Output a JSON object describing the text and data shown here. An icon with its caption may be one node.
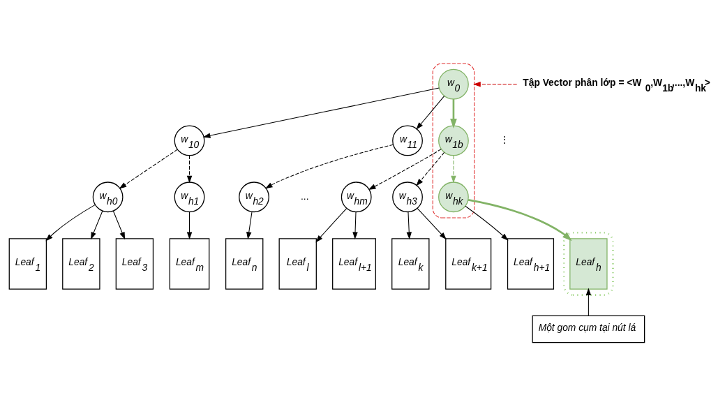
{
  "diagram": {
    "nodes": [
      {
        "text": [],
        "shape": "ellipse"
      },
      {
        "text": [
          "w$_{0}$"
        ],
        "in": 0
      },
      {
        "text": [
          "w$_{10}$"
        ]
      },
      {
        "text": [
          "w$_{11}$"
        ]
      },
      {
        "text": [
          "w$_{1b}$"
        ],
        "in": 0
      },
      {
        "text": [
          "w$_{h0}$"
        ]
      },
      {
        "text": [
          "w$_{h1}$"
        ]
      },
      {
        "text": [
          "w$_{h2}$"
        ]
      },
      {
        "text": [
          "w$_{h3}$"
        ]
      },
      {
        "text": [
          "w$_{hk}$"
        ],
        "in": 0
      },
      {
        "text": [
          "w$_{hm}$"
        ]
      },
      {
        "text": [
          "Leaf$_{1}$"
        ]
      },
      {
        "text": [
          "Leaf$_{2}$"
        ]
      },
      {
        "text": [
          "Leaf$_{3}$"
        ]
      },
      {
        "text": [
          "Leaf$_{m}$"
        ]
      },
      {
        "text": [
          "Leaf$_{n}$"
        ]
      },
      {
        "text": [
          "Leaf$_{k}$"
        ]
      },
      {
        "text": [
          "Leaf$_{k+1}$"
        ]
      },
      {
        "text": [],
        "shape": "ellipse"
      },
      {
        "text": [
          "Leaf$_{h}$"
        ],
        "in": 18
      },
      {
        "text": [
          "Leaf$_{h+1}$"
        ]
      },
      {
        "text": [
          "Leaf$_{l}$"
        ]
      },
      {
        "text": [
          "Leaf$_{l+1}$"
        ]
      },
      {
        "text": [
          "Một gom cụm tại nút lá"
        ]
      },
      {
        "text": [
          "Tập Vector phân lớp = <W$_{0}$,W$_{1b}$,...,W$_{hk}$>"
        ]
      }
    ],
    "edges": [
      {
        "from": 1,
        "to": 2,
        "arrow": "to"
      },
      {
        "from": 1,
        "to": 3,
        "arrow": "to"
      },
      {
        "from": 1,
        "to": 4,
        "arrow": "to",
        "style": "thick",
        "color": "#82b366"
      },
      {
        "from": 2,
        "to": 5,
        "arrow": "to",
        "style": "dashed"
      },
      {
        "from": 2,
        "to": 6,
        "arrow": "to",
        "style": "dashed"
      },
      {
        "from": 3,
        "to": 7,
        "arrow": "to",
        "style": "dashed"
      },
      {
        "from": 4,
        "to": 8,
        "arrow": "to",
        "style": "dashed"
      },
      {
        "from": 4,
        "to": 9,
        "arrow": "to",
        "style": "dashed",
        "color": "#82b366"
      },
      {
        "from": 4,
        "to": 10,
        "arrow": "to",
        "style": "dashed"
      },
      {
        "from": 5,
        "to": 11,
        "arrow": "to"
      },
      {
        "from": 5,
        "to": 12,
        "arrow": "to"
      },
      {
        "from": 5,
        "to": 13,
        "arrow": "to"
      },
      {
        "from": 6,
        "to": 14,
        "arrow": "to"
      },
      {
        "from": 7,
        "to": 15,
        "arrow": "to"
      },
      {
        "from": 8,
        "to": 16,
        "arrow": "to"
      },
      {
        "from": 8,
        "to": 17,
        "arrow": "to"
      },
      {
        "from": 9,
        "to": 19,
        "arrow": "to",
        "style": "thick",
        "color": "#82b366"
      },
      {
        "from": 9,
        "to": 20,
        "arrow": "to"
      },
      {
        "from": 10,
        "to": 21,
        "arrow": "to"
      },
      {
        "from": 10,
        "to": 22,
        "arrow": "to"
      },
      {
        "from": 23,
        "to": 19,
        "arrow": "to"
      },
      {
        "from": 24,
        "to": 0,
        "arrow": "to",
        "style": "dashed",
        "color": "#cc0000"
      }
    ],
    "labels": [
      "⋮",
      "..."
    ]
  }
}
